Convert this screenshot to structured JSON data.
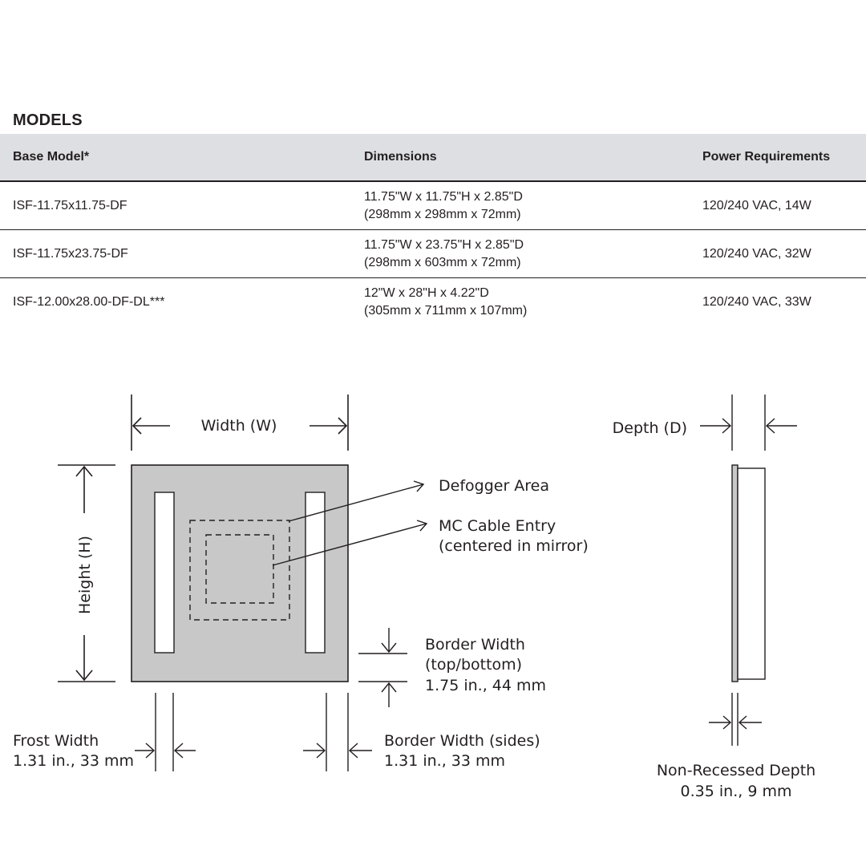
{
  "section_title": "MODELS",
  "table": {
    "headers": [
      "Base Model*",
      "Dimensions",
      "Power Requirements"
    ],
    "rows": [
      {
        "model": "ISF-11.75x11.75-DF",
        "dim_in": "11.75\"W x 11.75\"H x 2.85\"D",
        "dim_mm": "(298mm x 298mm x 72mm)",
        "power": "120/240 VAC, 14W"
      },
      {
        "model": "ISF-11.75x23.75-DF",
        "dim_in": "11.75\"W x 23.75\"H x 2.85\"D",
        "dim_mm": "(298mm x 603mm x 72mm)",
        "power": "120/240 VAC, 32W"
      },
      {
        "model": "ISF-12.00x28.00-DF-DL***",
        "dim_in": "12\"W x 28\"H x 4.22\"D",
        "dim_mm": "(305mm x 711mm x 107mm)",
        "power": "120/240 VAC, 33W"
      }
    ]
  },
  "diagram": {
    "width_label": "Width (W)",
    "height_label": "Height (H)",
    "depth_label": "Depth (D)",
    "defogger_label": "Defogger Area",
    "mc_cable_line1": "MC Cable Entry",
    "mc_cable_line2": "(centered in mirror)",
    "border_tb_line1": "Border Width",
    "border_tb_line2": "(top/bottom)",
    "border_tb_line3": "1.75 in., 44 mm",
    "frost_line1": "Frost Width",
    "frost_line2": "1.31 in., 33 mm",
    "border_sides_line1": "Border Width (sides)",
    "border_sides_line2": "1.31 in., 33 mm",
    "nonrecessed_line1": "Non-Recessed Depth",
    "nonrecessed_line2": "0.35 in., 9 mm",
    "colors": {
      "mirror_fill": "#c8c8c8",
      "header_bg": "#dedfe3",
      "ink": "#231f20"
    }
  }
}
